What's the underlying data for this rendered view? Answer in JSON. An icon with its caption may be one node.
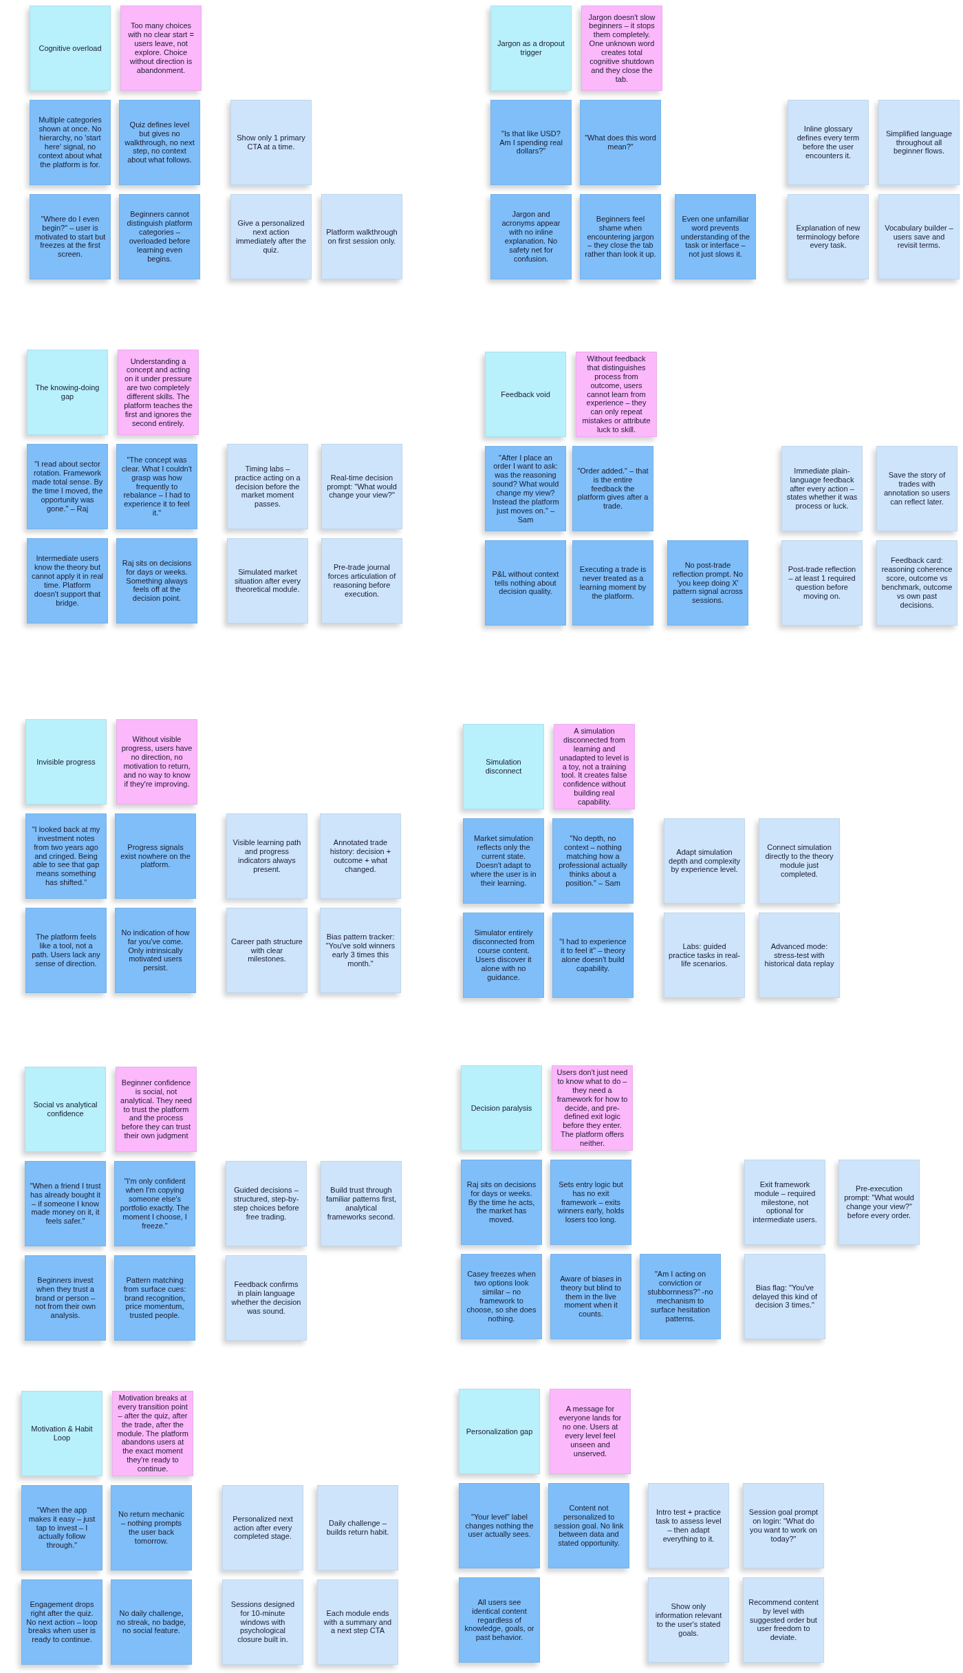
{
  "diagram": {
    "nodes": [
      {
        "text": [
          "Cognitive overload"
        ]
      },
      {
        "text": [
          "Too many choices with no clear start = users leave, not explore. Choice without direction is abandonment."
        ]
      },
      {
        "text": [
          "Multiple categories shown at once. No hierarchy, no 'start here' signal, no context about what the platform is for."
        ]
      },
      {
        "text": [
          "Quiz defines level but gives no walkthrough, no next step, no context about what follows."
        ]
      },
      {
        "text": [
          "Show only 1 primary CTA at a time."
        ]
      },
      {
        "text": [
          "\"Where do I even begin?\" – user is motivated to start but freezes at the first screen."
        ]
      },
      {
        "text": [
          "Beginners cannot distinguish platform categories – overloaded before learning even begins."
        ]
      },
      {
        "text": [
          "Give a personalized next action immediately after the quiz."
        ]
      },
      {
        "text": [
          "Platform walkthrough on first session only."
        ]
      },
      {
        "text": [
          "Jargon as a dropout trigger"
        ]
      },
      {
        "text": [
          "Jargon doesn't slow beginners – it stops them completely. One unknown word creates total cognitive shutdown and they close the tab."
        ]
      },
      {
        "text": [
          "\"Is that like USD? Am I spending real dollars?\""
        ]
      },
      {
        "text": [
          "\"What does this word mean?\""
        ]
      },
      {
        "text": [
          "Inline glossary defines every term before the user encounters it."
        ]
      },
      {
        "text": [
          "Simplified language throughout all beginner flows."
        ]
      },
      {
        "text": [
          "Jargon and acronyms appear with no inline explanation. No safety net for confusion."
        ]
      },
      {
        "text": [
          "Beginners feel shame when encountering jargon – they close the tab rather than look it up."
        ]
      },
      {
        "text": [
          "Even one unfamiliar word prevents understanding of the task or interface – not just slows it."
        ]
      },
      {
        "text": [
          "Explanation of new terminology before every task."
        ]
      },
      {
        "text": [
          "Vocabulary builder – users save and revisit terms."
        ]
      },
      {
        "text": [
          "The knowing-doing gap"
        ]
      },
      {
        "text": [
          "Understanding a concept and acting on it under pressure are two completely different skills. The platform teaches the first and ignores the second entirely."
        ]
      },
      {
        "text": [
          "\"I read about sector rotation. Framework made total sense. By the time I moved, the opportunity was gone.\" – Raj"
        ]
      },
      {
        "text": [
          "\"The concept was clear. What I couldn't grasp was how frequently to rebalance – I had to experience it to feel it.\""
        ]
      },
      {
        "text": [
          "Timing labs – practice acting on a decision before the market moment passes."
        ]
      },
      {
        "text": [
          "Real-time decision prompt: \"What would change your view?\""
        ]
      },
      {
        "text": [
          "Intermediate users know the theory but cannot apply it in real time. Platform doesn't support that bridge."
        ]
      },
      {
        "text": [
          "Raj sits on decisions for days or weeks. Something always feels off at the decision point."
        ]
      },
      {
        "text": [
          "Simulated market situation after every theoretical module."
        ]
      },
      {
        "text": [
          "Pre-trade journal forces articulation of reasoning before execution."
        ]
      },
      {
        "text": [
          "Feedback void"
        ]
      },
      {
        "text": [
          "Without feedback that distinguishes process from outcome, users cannot learn from experience – they can only repeat mistakes or attribute luck to skill."
        ]
      },
      {
        "text": [
          "\"After I place an order I want to ask: was the reasoning sound? What would change my view? Instead the platform just moves on.\" – Sam"
        ]
      },
      {
        "text": [
          "\"Order added.\" – that is the entire feedback the platform gives after a trade."
        ]
      },
      {
        "text": [
          "Immediate plain-language feedback after every action – states whether it was process or luck."
        ]
      },
      {
        "text": [
          "Save the story of trades with annotation so users can reflect later."
        ]
      },
      {
        "text": [
          "P&L without context tells nothing about decision quality."
        ]
      },
      {
        "text": [
          "Executing a trade is never treated as a learning moment by the platform."
        ]
      },
      {
        "text": [
          "No post-trade reflection prompt. No 'you keep doing X' pattern signal across sessions."
        ]
      },
      {
        "text": [
          "Post-trade reflection – at least 1 required question before moving on."
        ]
      },
      {
        "text": [
          "Feedback card: reasoning coherence score, outcome vs benchmark, outcome vs own past decisions."
        ]
      },
      {
        "text": [
          "Invisible progress"
        ]
      },
      {
        "text": [
          "Without visible progress, users have no direction, no motivation to return, and no way to know if they're improving."
        ]
      },
      {
        "text": [
          "\"I looked back at my investment notes from two years ago and cringed. Being able to see that gap means something has shifted.\""
        ]
      },
      {
        "text": [
          "Progress signals exist nowhere on the platform."
        ]
      },
      {
        "text": [
          "Visible learning path and progress indicators always present."
        ]
      },
      {
        "text": [
          "Annotated trade history: decision + outcome + what changed."
        ]
      },
      {
        "text": [
          "The platform feels like a tool, not a path. Users lack any sense of direction."
        ]
      },
      {
        "text": [
          "No indication of how far you've come. Only intrinsically motivated users persist."
        ]
      },
      {
        "text": [
          "Career path structure with clear milestones."
        ]
      },
      {
        "text": [
          "Bias pattern tracker: \"You've sold winners early 3 times this month.\""
        ]
      },
      {
        "text": [
          "Simulation disconnect"
        ]
      },
      {
        "text": [
          "A simulation disconnected from learning and unadapted to level is a toy, not a training tool. It creates false confidence without building real capability."
        ]
      },
      {
        "text": [
          "Market simulation reflects only the current state. Doesn't adapt to where the user is in their learning."
        ]
      },
      {
        "text": [
          "\"No depth, no context – nothing matching how a professional actually thinks about a position.\" – Sam"
        ]
      },
      {
        "text": [
          "Adapt simulation depth and complexity by experience level."
        ]
      },
      {
        "text": [
          "Connect simulation directly to the theory module just completed."
        ]
      },
      {
        "text": [
          "Simulator entirely disconnected from course content. Users discover it alone with no guidance."
        ]
      },
      {
        "text": [
          "\"I had to experience it to feel it\" – theory alone doesn't build capability."
        ]
      },
      {
        "text": [
          "Labs: guided practice tasks in real-life scenarios."
        ]
      },
      {
        "text": [
          "Advanced mode: stress-test with historical data replay"
        ]
      },
      {
        "text": [
          "Social vs analytical confidence"
        ]
      },
      {
        "text": [
          "Beginner confidence is social, not analytical. They need to trust the platform and the process before they can trust their own judgment"
        ]
      },
      {
        "text": [
          "\"When a friend I trust has already bought it – if someone I know made money on it, it feels safer.\""
        ]
      },
      {
        "text": [
          "\"I'm only confident when I'm copying someone else's portfolio exactly. The moment I choose, I freeze.\""
        ]
      },
      {
        "text": [
          "Guided decisions – structured, step-by-step choices before free trading."
        ]
      },
      {
        "text": [
          "Build trust through familiar patterns first, analytical frameworks second."
        ]
      },
      {
        "text": [
          "Beginners invest when they trust a brand or person – not from their own analysis."
        ]
      },
      {
        "text": [
          "Pattern matching from surface cues: brand recognition, price momentum, trusted people."
        ]
      },
      {
        "text": [
          "Feedback confirms in plain language whether the decision was sound."
        ]
      },
      {
        "text": [
          "Decision paralysis"
        ]
      },
      {
        "text": [
          "Users don't just need to know what to do – they need a framework for how to decide, and pre-defined exit logic before they enter. The platform offers neither."
        ]
      },
      {
        "text": [
          "Raj sits on decisions for days or weeks. By the time he acts, the market has moved."
        ]
      },
      {
        "text": [
          "Sets entry logic but has no exit framework – exits winners early, holds losers too long."
        ]
      },
      {
        "text": [
          "Exit framework module – required milestone, not optional for intermediate users."
        ]
      },
      {
        "text": [
          "Pre-execution prompt: \"What would change your view?\" before every order."
        ]
      },
      {
        "text": [
          "Casey freezes when two options look similar – no framework to choose, so she does nothing."
        ]
      },
      {
        "text": [
          "Aware of biases in theory but blind to them in the live moment when it counts."
        ]
      },
      {
        "text": [
          "\"Am I acting on conviction or stubbornness?\" -no mechanism to surface hesitation patterns."
        ]
      },
      {
        "text": [
          "Bias flag: \"You've delayed this kind of decision 3 times.\""
        ]
      },
      {
        "text": [
          "Motivation & Habit Loop"
        ]
      },
      {
        "text": [
          "Motivation breaks at every transition point – after the quiz, after the trade, after the module. The platform abandons users at the exact moment they're ready to continue."
        ]
      },
      {
        "text": [
          "\"When the app makes it easy – just tap to invest – I actually follow through.\""
        ]
      },
      {
        "text": [
          "No return mechanic – nothing prompts the user back tomorrow."
        ]
      },
      {
        "text": [
          "Personalized next action after every completed stage."
        ]
      },
      {
        "text": [
          "Daily challenge – builds return habit."
        ]
      },
      {
        "text": [
          "Engagement drops right after the quiz. No next action – loop breaks when user is ready to continue."
        ]
      },
      {
        "text": [
          "No daily challenge, no streak, no badge, no social feature."
        ]
      },
      {
        "text": [
          "Sessions designed for 10-minute windows with psychological closure built in."
        ]
      },
      {
        "text": [
          "Each module ends with a summary and a next step CTA"
        ]
      },
      {
        "text": [
          "Personalization gap"
        ]
      },
      {
        "text": [
          "A message for everyone lands for no one. Users at every level feel unseen and unserved."
        ]
      },
      {
        "text": [
          "\"Your level\" label changes nothing the user actually sees."
        ]
      },
      {
        "text": [
          "Content not personalized to session goal. No link between data and stated opportunity."
        ]
      },
      {
        "text": [
          "Intro test + practice task to assess level – then adapt everything to it."
        ]
      },
      {
        "text": [
          "Session goal prompt on login: \"What do you want to work on today?\""
        ]
      },
      {
        "text": [
          "All users see identical content regardless of knowledge, goals, or past behavior."
        ]
      },
      {
        "text": [
          "Show only information relevant to the user's stated goals."
        ]
      },
      {
        "text": [
          "Recommend content by level with suggested order but user freedom to deviate."
        ]
      }
    ]
  }
}
